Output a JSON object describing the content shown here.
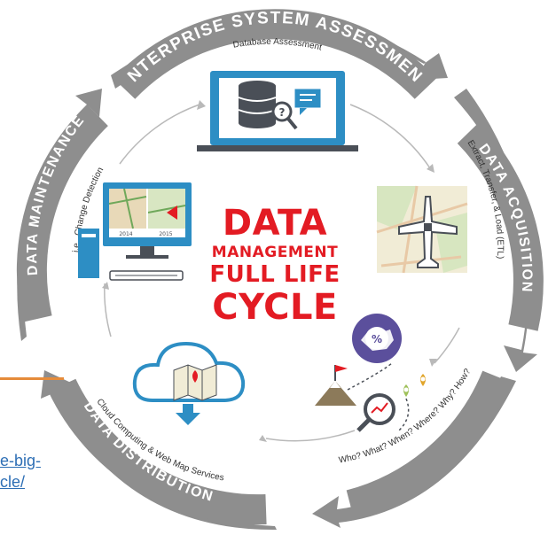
{
  "center": {
    "line1": "DATA",
    "line2": "MANAGEMENT",
    "line3": "FULL LIFE",
    "line4": "CYCLE"
  },
  "stages": {
    "assessment": {
      "title": "ENTERPRISE SYSTEM ASSESSMENT",
      "caption": "Database Assessment"
    },
    "acquisition": {
      "title": "DATA ACQUISITION",
      "caption": "Extract, Transfer, & Load (ETL)"
    },
    "analysis": {
      "title": "DATA ANALYSIS",
      "caption": "Who? What? When? Where? Why? How?"
    },
    "distribution": {
      "title": "DATA DISTRIBUTION",
      "caption": "Cloud Computing & Web Map Services"
    },
    "maintenance": {
      "title": "DATA MAINTENANCE",
      "caption": "i.e., Change Detection"
    }
  },
  "monitor_labels": {
    "left": "2014",
    "right": "2015"
  },
  "link_fragments": {
    "line1": "e-big-",
    "line2": "cle/"
  },
  "colors": {
    "ring": "#8e8e8e",
    "title_red": "#e31b23",
    "icon_blue": "#2d8ec4",
    "icon_gray": "#4a4f57",
    "map_green": "#6fa85a",
    "purple": "#5b4f9c",
    "link_blue": "#2e6fb5"
  }
}
